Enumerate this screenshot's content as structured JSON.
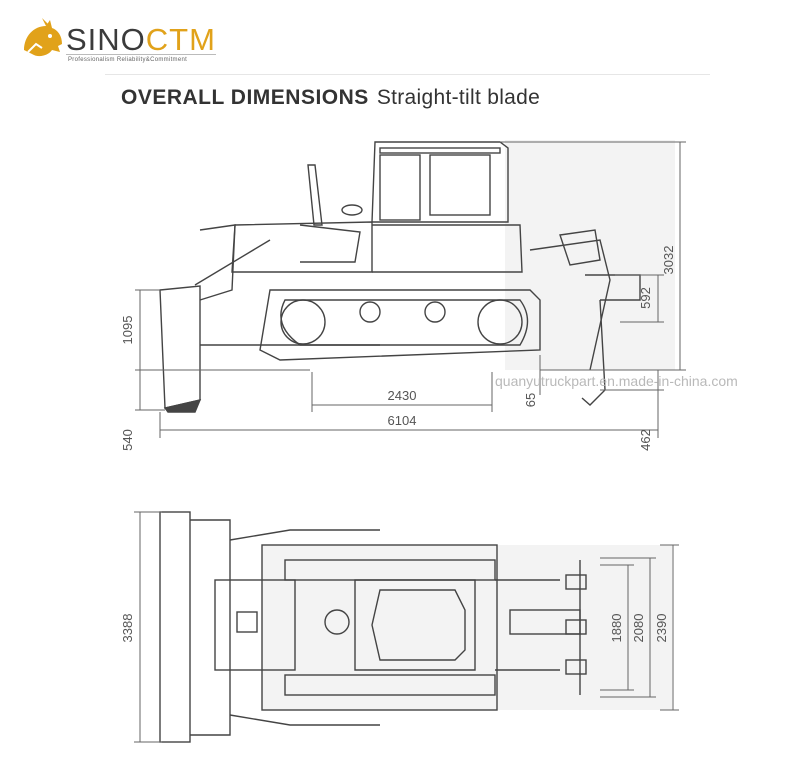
{
  "brand": {
    "name_part1": "SINO",
    "name_part2": "CTM",
    "tagline": "Professionalism Reliability&Commitment",
    "colors": {
      "gray": "#3b3b3b",
      "accent": "#e1a21a"
    }
  },
  "title": {
    "main": "OVERALL DIMENSIONS",
    "sub": "Straight-tilt blade"
  },
  "side_view": {
    "dimensions": {
      "blade_height": "1095",
      "cut_depth": "540",
      "track_ground_length": "2430",
      "overall_length": "6104",
      "ground_clearance": "65",
      "overall_height": "3032",
      "ripper_lift": "592",
      "ripper_depth": "462"
    }
  },
  "top_view": {
    "dimensions": {
      "blade_width": "3388",
      "track_gauge": "1880",
      "track_width_total": "2080",
      "overall_width": "2390"
    }
  },
  "watermark": "quanyutruckpart.en.made-in-china.com"
}
